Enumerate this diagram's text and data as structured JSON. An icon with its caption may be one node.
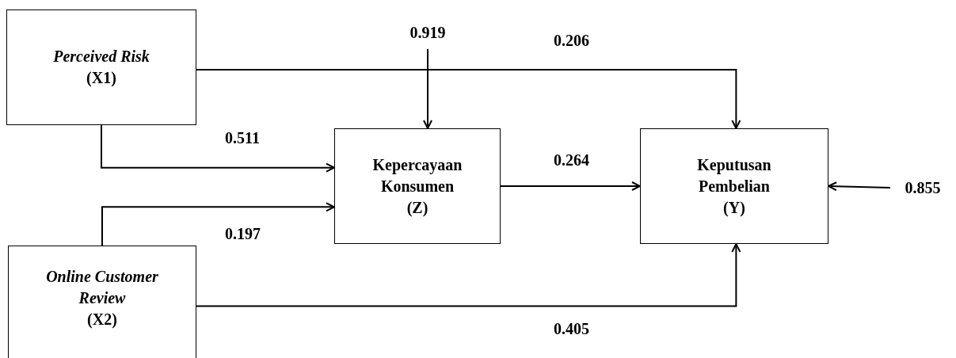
{
  "diagram": {
    "nodes": [
      {
        "text": [
          "Perceived Risk",
          "(X1)"
        ]
      },
      {
        "text": [
          "Online Customer Review",
          "(X2)"
        ]
      },
      {
        "text": [
          "Kepercayaan Konsumen",
          "(Z)"
        ]
      },
      {
        "text": [
          "Keputusan Pembelian",
          "(Y)"
        ]
      },
      {
        "text": [
          "0.919"
        ]
      },
      {
        "text": [
          "0.855"
        ]
      }
    ],
    "edges": [
      {
        "from": 0,
        "to": 3,
        "arrow": "to",
        "label": "0.206"
      },
      {
        "from": 0,
        "to": 2,
        "arrow": "to",
        "label": "0.511"
      },
      {
        "from": 1,
        "to": 2,
        "arrow": "to",
        "label": "0.197"
      },
      {
        "from": 2,
        "to": 3,
        "arrow": "to",
        "label": "0.264"
      },
      {
        "from": 1,
        "to": 3,
        "arrow": "to",
        "label": "0.405"
      },
      {
        "from": 4,
        "to": 2,
        "arrow": "to"
      },
      {
        "from": 5,
        "to": 3,
        "arrow": "to"
      }
    ]
  }
}
